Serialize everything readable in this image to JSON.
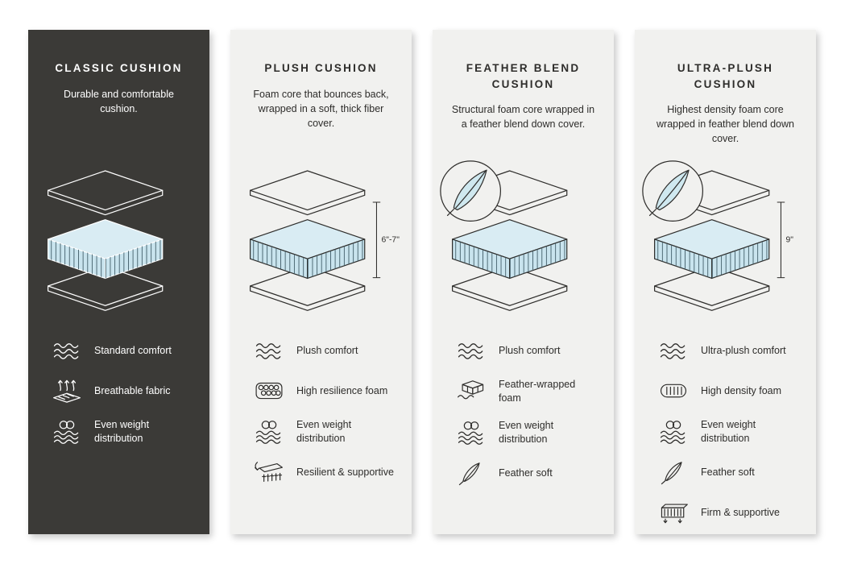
{
  "page": {
    "background": "#ffffff",
    "dark_card_bg": "#3b3a37",
    "light_card_bg": "#f1f1ef",
    "foam_fill": "#c9e4ee",
    "foam_top_fill": "#d9ecf3",
    "feather_fill": "#cfe8ef"
  },
  "cards": [
    {
      "title": "CLASSIC CUSHION",
      "description": "Durable and comfortable cushion.",
      "features": [
        {
          "icon": "waves-icon",
          "label": "Standard comfort"
        },
        {
          "icon": "breathable-icon",
          "label": "Breathable fabric"
        },
        {
          "icon": "weight-distribution-icon",
          "label": "Even weight distribution"
        }
      ]
    },
    {
      "title": "PLUSH CUSHION",
      "description": "Foam core that bounces back, wrapped in a soft, thick fiber cover.",
      "dimension_label": "6\"-7\"",
      "features": [
        {
          "icon": "waves-icon",
          "label": "Plush comfort"
        },
        {
          "icon": "resilience-foam-icon",
          "label": "High resilience foam"
        },
        {
          "icon": "weight-distribution-icon",
          "label": "Even weight distribution"
        },
        {
          "icon": "spring-icon",
          "label": "Resilient & supportive"
        }
      ]
    },
    {
      "title": "FEATHER BLEND CUSHION",
      "description": "Structural foam core wrapped in a feather blend down cover.",
      "features": [
        {
          "icon": "waves-icon",
          "label": "Plush comfort"
        },
        {
          "icon": "feather-foam-icon",
          "label": "Feather-wrapped foam"
        },
        {
          "icon": "weight-distribution-icon",
          "label": "Even weight distribution"
        },
        {
          "icon": "feather-icon",
          "label": "Feather soft"
        }
      ]
    },
    {
      "title": "ULTRA-PLUSH CUSHION",
      "description": "Highest density foam core wrapped in feather blend down cover.",
      "dimension_label": "9\"",
      "features": [
        {
          "icon": "waves-icon",
          "label": "Ultra-plush comfort"
        },
        {
          "icon": "density-foam-icon",
          "label": "High density foam"
        },
        {
          "icon": "weight-distribution-icon",
          "label": "Even weight distribution"
        },
        {
          "icon": "feather-icon",
          "label": "Feather soft"
        },
        {
          "icon": "firm-support-icon",
          "label": "Firm & supportive"
        }
      ]
    }
  ]
}
